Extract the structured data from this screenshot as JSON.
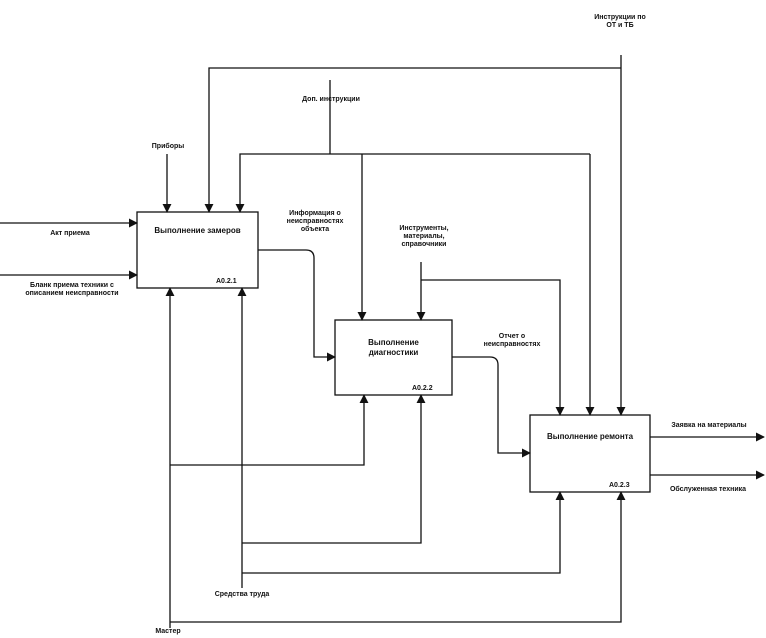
{
  "blocks": [
    {
      "title": "Выполнение замеров",
      "number": "А0.2.1"
    },
    {
      "title": "Выполнение диагностики",
      "number": "А0.2.2"
    },
    {
      "title": "Выполнение ремонта",
      "number": "А0.2.3"
    }
  ],
  "labels": {
    "instructions_top": "Инструкции по ОТ и ТБ",
    "extra_instructions": "Доп. инструкции",
    "devices": "Приборы",
    "input1": "Акт приема",
    "input2": "Бланк приема техники с описанием неисправности",
    "measure_info": "Информация о неисправностях объекта",
    "tools": "Инструменты, материалы, справочники",
    "diag_result": "Отчет о неисправностях",
    "output1": "Заявка на материалы",
    "output2": "Обслуженная техника",
    "tools_bottom": "Средства труда",
    "staff": "Мастер"
  },
  "colors": {
    "line": "#111111",
    "box_fill": "#ffffff"
  }
}
